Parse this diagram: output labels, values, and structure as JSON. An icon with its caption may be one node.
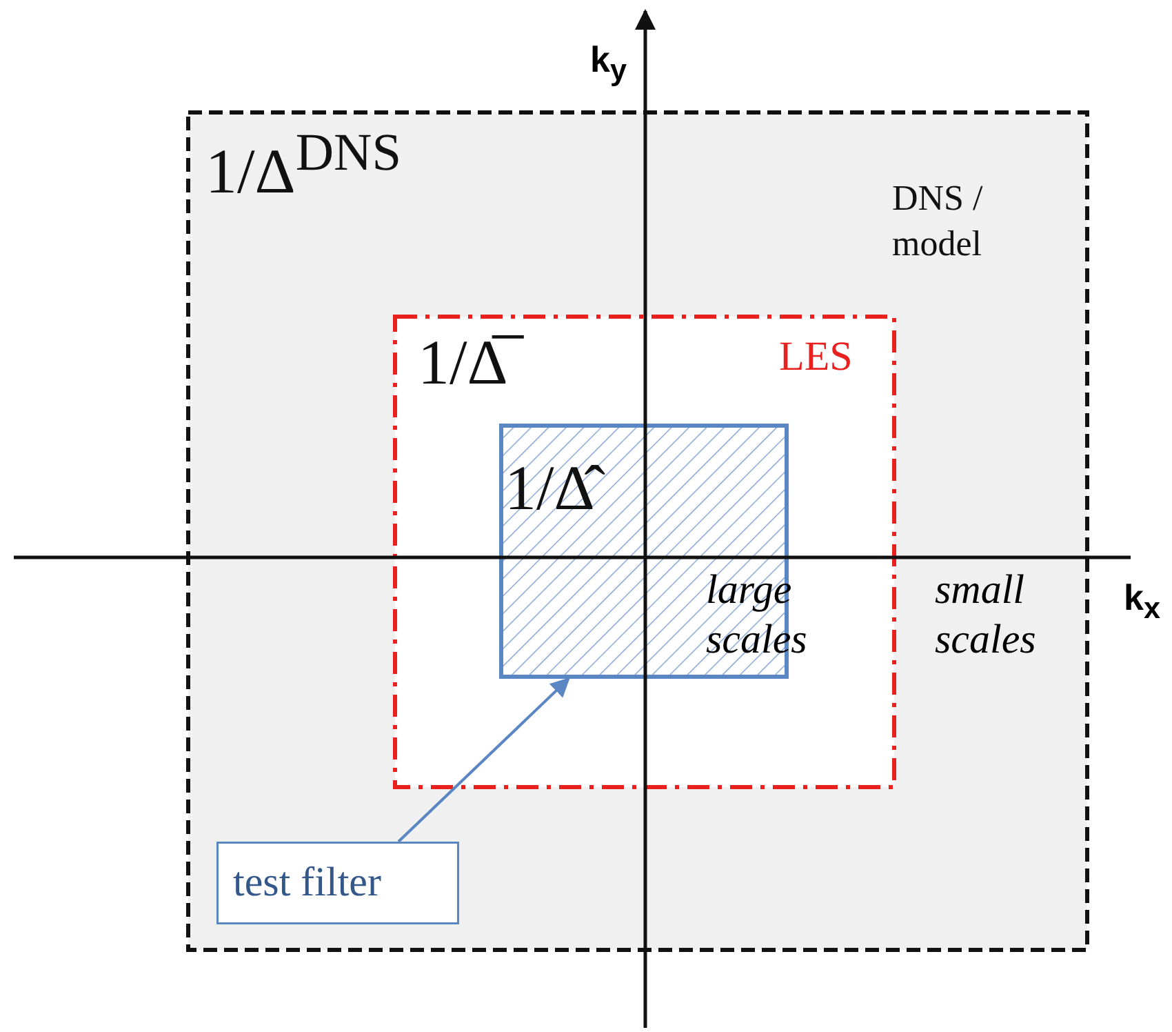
{
  "diagram": {
    "nodes": [
      {
        "text": [
          "1/Δ$^{DNS}$",
          "DNS / model"
        ]
      },
      {
        "text": [
          "1/Δ̅",
          "LES"
        ],
        "in": 0
      },
      {
        "text": [
          "1/Δ̂"
        ],
        "in": 1
      },
      {
        "text": [
          "test filter"
        ],
        "in": 0
      }
    ],
    "edges": [
      {
        "from": 3,
        "to": 2,
        "arrow": "to"
      }
    ],
    "labels": [
      "k$_{y}$",
      "k$_{x}$",
      "large scales",
      "small scales"
    ]
  }
}
